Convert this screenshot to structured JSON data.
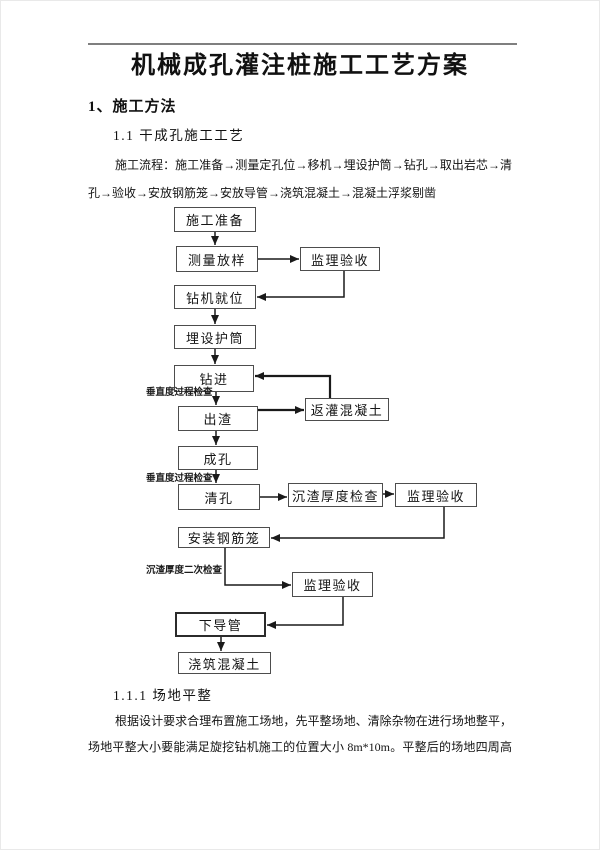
{
  "document": {
    "title": "机械成孔灌注桩施工工艺方案",
    "heading_1": "1、施工方法",
    "heading_1_1": "1.1 干成孔施工工艺",
    "process_flow": {
      "line1": "施工流程：施工准备→测量定孔位→移机→埋设护筒→钻孔→取出岩芯→清",
      "line2": "孔→验收→安放钢筋笼→安放导管→浇筑混凝土→混凝土浮浆剔凿"
    },
    "heading_1_1_1": "1.1.1 场地平整",
    "paragraph_site_leveling": {
      "line1": "根据设计要求合理布置施工场地，先平整场地、清除杂物在进行场地整平，",
      "line2": "场地平整大小要能满足旋挖钻机施工的位置大小 8m*10m。平整后的场地四周高"
    }
  },
  "flowchart": {
    "boxes": [
      {
        "label": "施工准备"
      },
      {
        "label": "测量放样"
      },
      {
        "label": "监理验收"
      },
      {
        "label": "钻机就位"
      },
      {
        "label": "埋设护筒"
      },
      {
        "label": "钻进"
      },
      {
        "label": "出渣"
      },
      {
        "label": "返灌混凝土"
      },
      {
        "label": "成孔"
      },
      {
        "label": "清孔"
      },
      {
        "label": "沉渣厚度检查"
      },
      {
        "label": "监理验收"
      },
      {
        "label": "安装钢筋笼"
      },
      {
        "label": "监理验收"
      },
      {
        "label": "下导管"
      },
      {
        "label": "浇筑混凝土"
      }
    ],
    "side_labels": [
      {
        "text": "垂直度过程检查"
      },
      {
        "text": "垂直度过程检查"
      },
      {
        "text": "沉渣厚度二次检查"
      }
    ],
    "colors": {
      "box_border": "#4d4d4d",
      "connector": "#1a1a1a"
    }
  }
}
